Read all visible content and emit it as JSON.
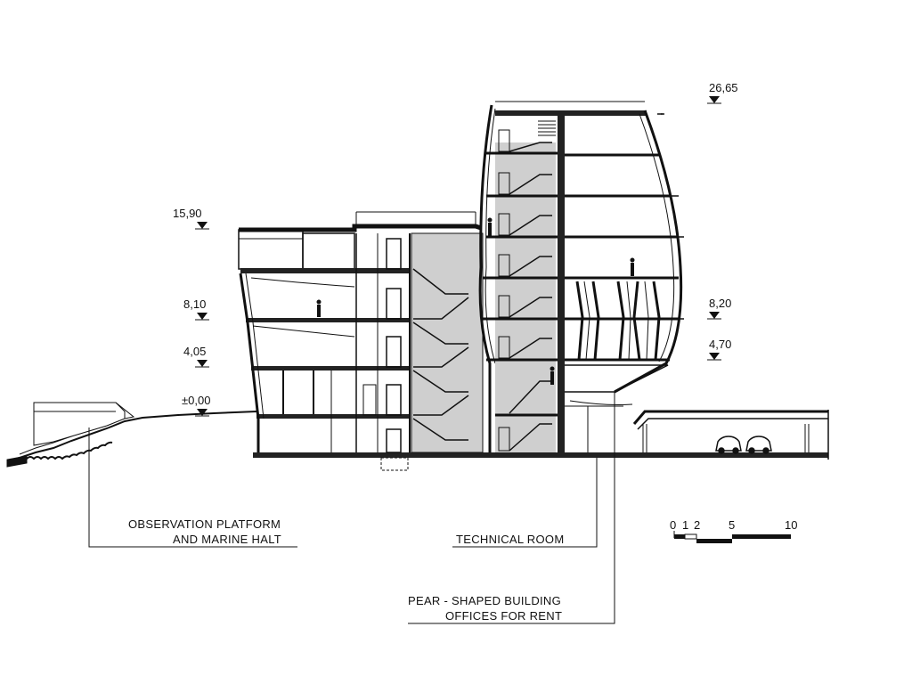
{
  "levels_left": {
    "l1": "15,90",
    "l2": "8,10",
    "l3": "4,05",
    "l4": "±0,00"
  },
  "levels_right": {
    "r1": "26,65",
    "r2": "8,20",
    "r3": "4,70"
  },
  "labels": {
    "observation_line1": "OBSERVATION PLATFORM",
    "observation_line2": "AND MARINE HALT",
    "technical_room": "TECHNICAL ROOM",
    "pear_line1": "PEAR - SHAPED BUILDING",
    "pear_line2": "OFFICES FOR RENT"
  },
  "scale_bar": {
    "t0": "0",
    "t1": "1",
    "t2": "2",
    "t5": "5",
    "t10": "10"
  }
}
